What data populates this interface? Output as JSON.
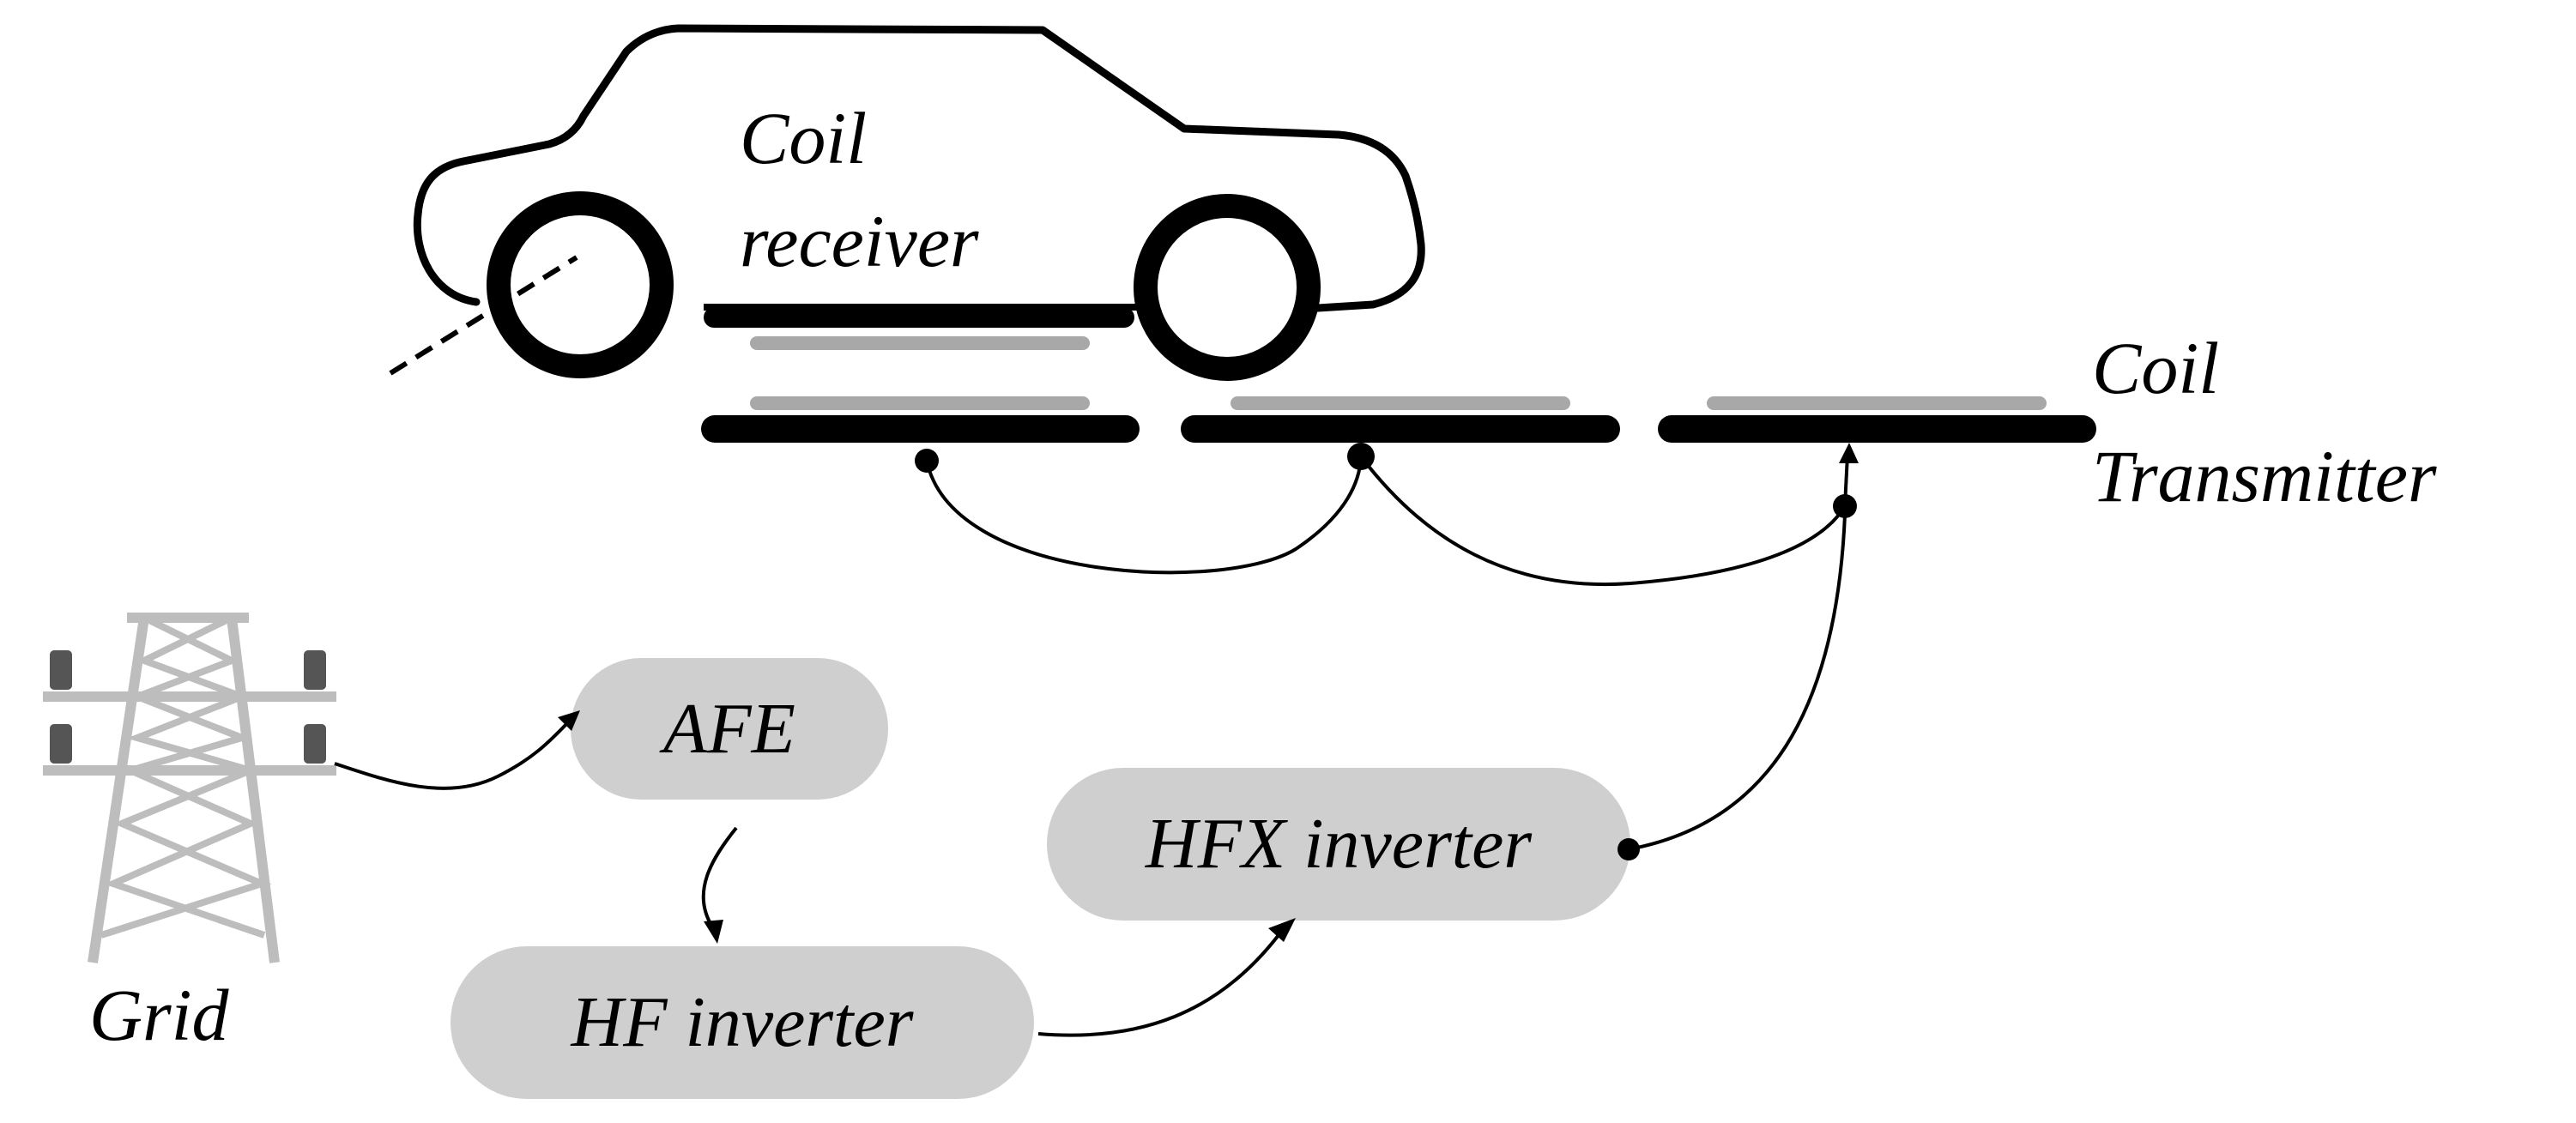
{
  "labels": {
    "coil_receiver_line1": "Coil",
    "coil_receiver_line2": "receiver",
    "coil_transmitter_line1": "Coil",
    "coil_transmitter_line2": "Transmitter",
    "grid": "Grid"
  },
  "blocks": {
    "afe": "AFE",
    "hf_inverter": "HF inverter",
    "hfx_inverter": "HFX inverter"
  },
  "colors": {
    "stroke": "#000000",
    "block_fill": "#cfcfcf",
    "tower": "#bdbdbd",
    "insulator": "#555555",
    "coil_highlight": "#a8a8a8"
  },
  "icons": {
    "vehicle": "car-outline-icon",
    "grid": "power-tower-icon"
  }
}
